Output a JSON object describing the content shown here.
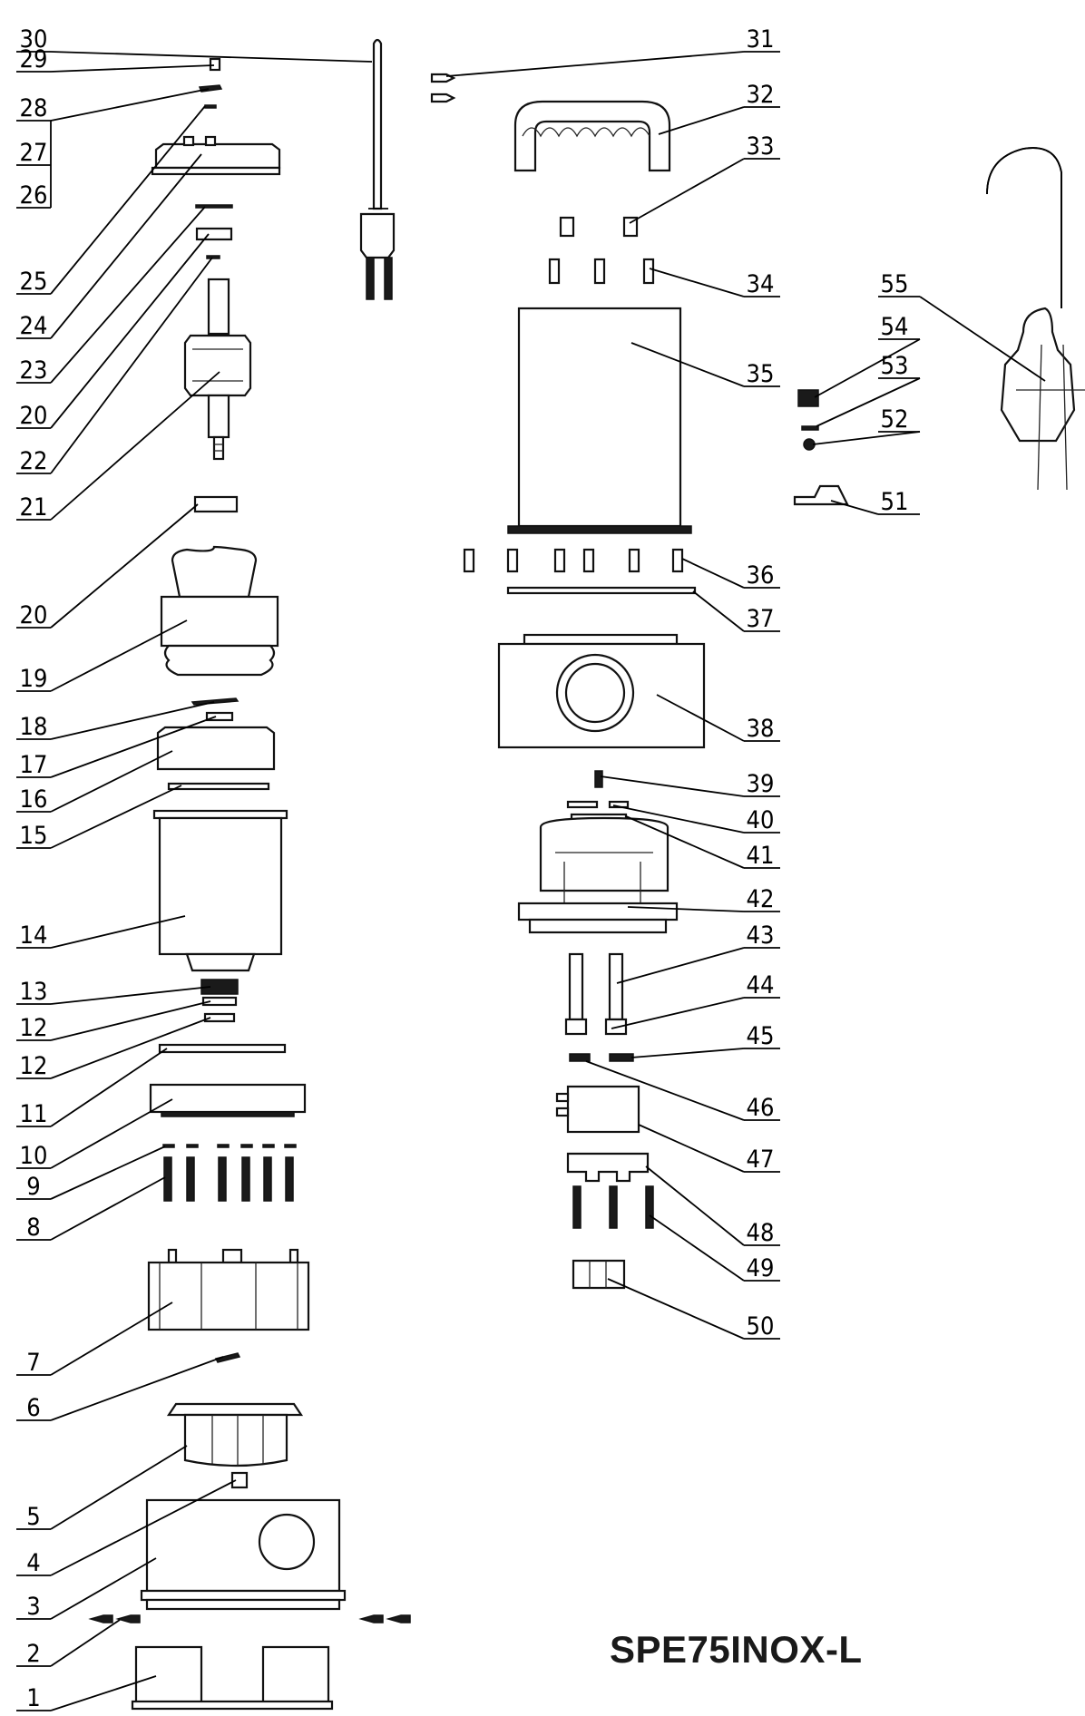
{
  "model": "SPE75INOX-L",
  "part_numbers_left": [
    "30",
    "29",
    "28",
    "27",
    "26",
    "25",
    "24",
    "23",
    "20",
    "22",
    "21",
    "20",
    "19",
    "18",
    "17",
    "16",
    "15",
    "14",
    "13",
    "12",
    "12",
    "11",
    "10",
    "9",
    "8",
    "7",
    "6",
    "5",
    "4",
    "3",
    "2",
    "1"
  ],
  "part_numbers_right": [
    "31",
    "32",
    "33",
    "34",
    "35",
    "55",
    "54",
    "53",
    "52",
    "51",
    "36",
    "37",
    "38",
    "39",
    "40",
    "41",
    "42",
    "43",
    "44",
    "45",
    "46",
    "47",
    "48",
    "49",
    "50"
  ]
}
